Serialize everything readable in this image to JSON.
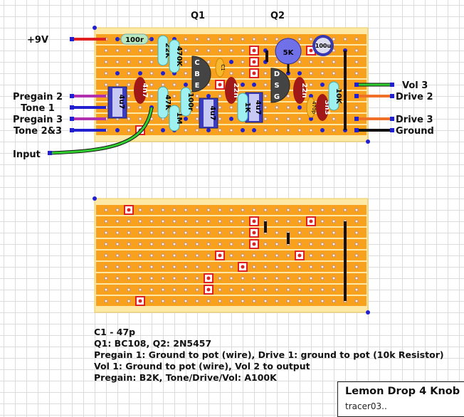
{
  "title": "Lemon Drop 4 Knob",
  "author": "tracer03..",
  "transistor_labels": {
    "q1": "Q1",
    "q2": "Q2"
  },
  "left_wires": {
    "v9": "+9V",
    "pregain2": "Pregain 2",
    "tone1": "Tone 1",
    "pregain3": "Pregain 3",
    "tone23": "Tone 2&3",
    "input": "Input"
  },
  "right_wires": {
    "vol3": "Vol 3",
    "drive2": "Drive 2",
    "drive3": "Drive 3",
    "ground": "Ground"
  },
  "components": {
    "r_100r_top": "100r",
    "r_22k": "22K",
    "r_470k": "470K",
    "c_4u7_a": "4u7",
    "c_4n7": "4n7",
    "r_47k": "47K",
    "r_1m": "1M",
    "r_100r_v": "100r",
    "q1_pins": [
      "C",
      "B",
      "E"
    ],
    "c1": "C1",
    "c_4u7_b": "4u7",
    "c_22n_a": "22n",
    "r_1k": "1K",
    "c_4u7_c": "4u7",
    "trim_5k": "5K",
    "c_100u": "100u",
    "q2_pins": [
      "D",
      "S",
      "G"
    ],
    "c_22n_b": "22n",
    "c_470p": "470p",
    "c_3n3": "3n3",
    "r_10k": "10K"
  },
  "notes": [
    "C1 - 47p",
    "Q1: BC108, Q2: 2N5457",
    "Pregain 1: Ground to pot (wire), Drive 1: ground to pot (10k Resistor)",
    "Vol 1: Ground to pot (wire), Vol 2 to output",
    "Pregain: B2K, Tone/Drive/Vol: A100K"
  ],
  "colors": {
    "strip": "#f7a11f",
    "board": "#fde8a6",
    "wire_red": "#e02020",
    "wire_purple": "#b030b0",
    "wire_blue": "#2020d0",
    "wire_green": "#30d030",
    "wire_orange": "#f07028",
    "cut": "#e02020"
  }
}
